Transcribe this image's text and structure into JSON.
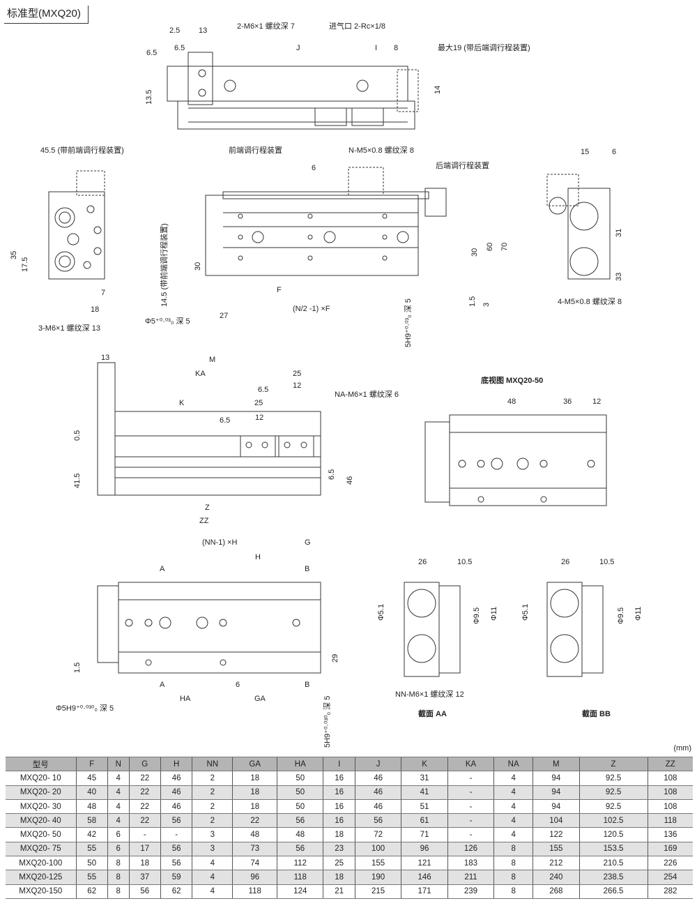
{
  "title": "标准型(MXQ20)",
  "labels": [
    "2.5",
    "13",
    "2-M6×1 螺纹深 7",
    "进气口 2-Rc×1/8",
    "6.5",
    "6.5",
    "J",
    "I",
    "8",
    "最大19 (带后端调行程装置)",
    "13.5",
    "14",
    "45.5 (带前端调行程装置)",
    "35",
    "17.5",
    "7",
    "18",
    "3-M6×1 螺纹深 13",
    "前端调行程装置",
    "N-M5×0.8 螺纹深 8",
    "6",
    "后端调行程装置",
    "14.5 (带前端调行程装置)",
    "30",
    "30",
    "60",
    "70",
    "F",
    "1.5",
    "3",
    "Φ5⁺⁰·⁰³₀ 深 5",
    "27",
    "(N/2 -1) ×F",
    "5H9⁺⁰·⁰³₀ 深 5",
    "15",
    "6",
    "31",
    "33",
    "4-M5×0.8 螺纹深 8",
    "13",
    "M",
    "KA",
    "25",
    "6.5",
    "12",
    "K",
    "25",
    "6.5",
    "12",
    "NA-M6×1 螺纹深 6",
    "0.5",
    "41.5",
    "6.5",
    "46",
    "Z",
    "ZZ",
    "底视图 MXQ20-50",
    "48",
    "36",
    "12",
    "(NN-1) ×H",
    "G",
    "H",
    "A",
    "B",
    "1.5",
    "29",
    "A",
    "6",
    "B",
    "HA",
    "GA",
    "Φ5H9⁺⁰·⁰³⁰₀ 深 5",
    "5H9⁺⁰·⁰³⁰₀ 深 5",
    "26",
    "10.5",
    "Φ5.1",
    "Φ9.5",
    "Φ11",
    "NN-M6×1 螺纹深 12",
    "截面 AA",
    "26",
    "10.5",
    "Φ5.1",
    "Φ9.5",
    "Φ11",
    "截面 BB"
  ],
  "unit": "(mm)",
  "table": {
    "headers": [
      "型号",
      "F",
      "N",
      "G",
      "H",
      "NN",
      "GA",
      "HA",
      "I",
      "J",
      "K",
      "KA",
      "NA",
      "M",
      "Z",
      "ZZ"
    ],
    "rows": [
      [
        "MXQ20- 10",
        "45",
        "4",
        "22",
        "46",
        "2",
        "18",
        "50",
        "16",
        "46",
        "31",
        "-",
        "4",
        "94",
        "92.5",
        "108"
      ],
      [
        "MXQ20- 20",
        "40",
        "4",
        "22",
        "46",
        "2",
        "18",
        "50",
        "16",
        "46",
        "41",
        "-",
        "4",
        "94",
        "92.5",
        "108"
      ],
      [
        "MXQ20- 30",
        "48",
        "4",
        "22",
        "46",
        "2",
        "18",
        "50",
        "16",
        "46",
        "51",
        "-",
        "4",
        "94",
        "92.5",
        "108"
      ],
      [
        "MXQ20- 40",
        "58",
        "4",
        "22",
        "56",
        "2",
        "22",
        "56",
        "16",
        "56",
        "61",
        "-",
        "4",
        "104",
        "102.5",
        "118"
      ],
      [
        "MXQ20- 50",
        "42",
        "6",
        "-",
        "-",
        "3",
        "48",
        "48",
        "18",
        "72",
        "71",
        "-",
        "4",
        "122",
        "120.5",
        "136"
      ],
      [
        "MXQ20- 75",
        "55",
        "6",
        "17",
        "56",
        "3",
        "73",
        "56",
        "23",
        "100",
        "96",
        "126",
        "8",
        "155",
        "153.5",
        "169"
      ],
      [
        "MXQ20-100",
        "50",
        "8",
        "18",
        "56",
        "4",
        "74",
        "112",
        "25",
        "155",
        "121",
        "183",
        "8",
        "212",
        "210.5",
        "226"
      ],
      [
        "MXQ20-125",
        "55",
        "8",
        "37",
        "59",
        "4",
        "96",
        "118",
        "18",
        "190",
        "146",
        "211",
        "8",
        "240",
        "238.5",
        "254"
      ],
      [
        "MXQ20-150",
        "62",
        "8",
        "56",
        "62",
        "4",
        "118",
        "124",
        "21",
        "215",
        "171",
        "239",
        "8",
        "268",
        "266.5",
        "282"
      ]
    ]
  }
}
